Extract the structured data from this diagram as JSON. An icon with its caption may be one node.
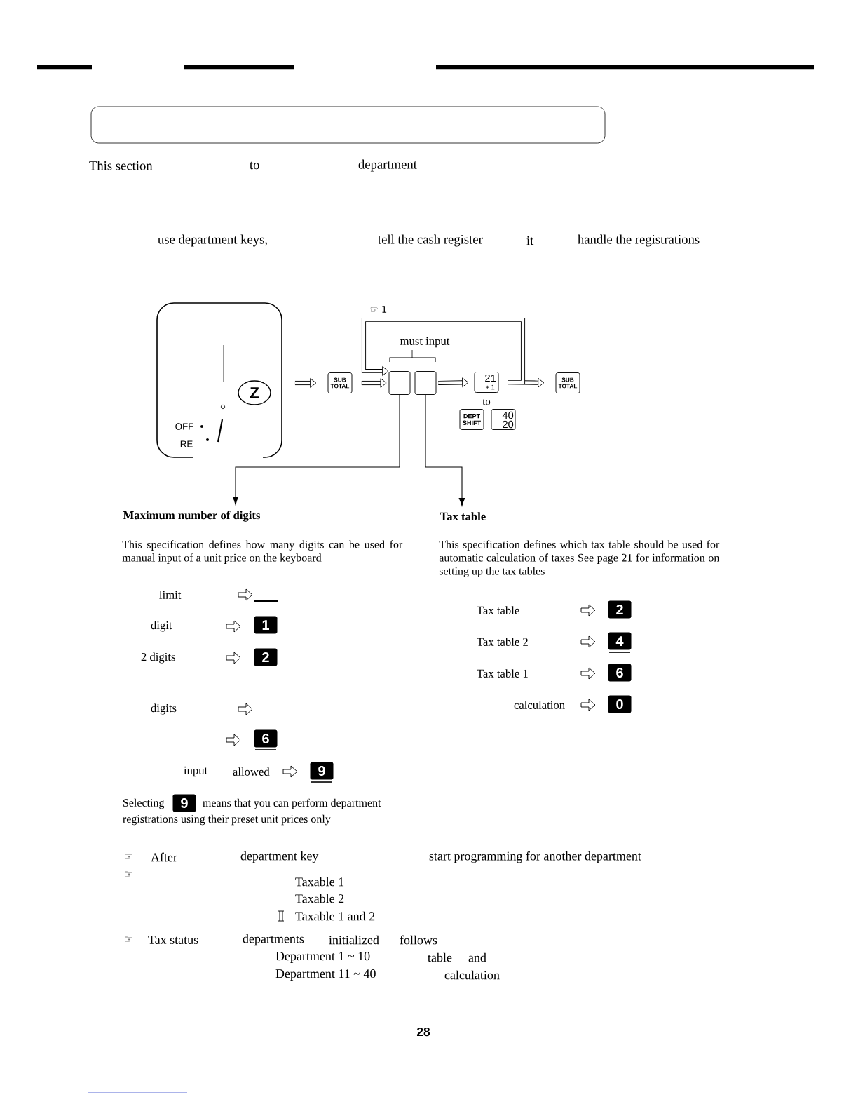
{
  "diagram": {
    "nodes": [
      {
        "text": [
          "OFF",
          "RE"
        ]
      },
      {
        "text": [
          "Z"
        ],
        "in": 0
      },
      {
        "text": [
          "SUB TOTAL"
        ]
      },
      {
        "text": [],
        "shape": "box"
      },
      {
        "text": [],
        "shape": "box"
      },
      {
        "text": [
          "21",
          "+ 1"
        ]
      },
      {
        "text": [
          "DEPT SHIFT"
        ]
      },
      {
        "text": [
          "40",
          "20"
        ]
      },
      {
        "text": [
          "SUB TOTAL"
        ]
      },
      {
        "text": [
          "Maximum number of digits"
        ]
      },
      {
        "text": [
          "Tax table"
        ]
      }
    ],
    "edges": [
      {
        "from": 0,
        "to": 2,
        "arrow": "to"
      },
      {
        "from": 2,
        "to": 3,
        "arrow": "to"
      },
      {
        "from": 4,
        "to": 5,
        "arrow": "to"
      },
      {
        "from": 5,
        "to": 8,
        "arrow": "to"
      },
      {
        "from": 5,
        "to": 3,
        "arrow": "to",
        "label": "☞ 1"
      },
      {
        "from": 3,
        "to": 9,
        "arrow": "to"
      },
      {
        "from": 4,
        "to": 10,
        "arrow": "to"
      }
    ],
    "labels": [
      "This section",
      "to",
      "department",
      "use department keys,",
      "tell the cash register",
      "it",
      "handle the registrations",
      "must input",
      "to",
      "This specification defines how many digits can be used for manual input of a unit price on the keyboard",
      "limit",
      "digit",
      "1",
      "2 digits",
      "2",
      "digits",
      "6",
      "input",
      "allowed",
      "9",
      "Selecting",
      "9",
      "means that you can perform department",
      "registrations using their preset unit prices only",
      "This specification defines which tax table should be used for automatic calculation of taxes See page 21 for information on setting up the tax tables",
      "Tax table",
      "2",
      "Tax table 2",
      "4",
      "Tax table 1",
      "6",
      "calculation",
      "0",
      "☞",
      "After",
      "department key",
      "start programming for another department",
      "☞",
      "Taxable 1",
      "Taxable 2",
      "Taxable 1 and 2",
      "☞",
      "Tax status",
      "departments",
      "initialized",
      "follows",
      "Department 1 ~ 10",
      "table",
      "and",
      "Department 11 ~ 40",
      "calculation",
      "28"
    ]
  }
}
